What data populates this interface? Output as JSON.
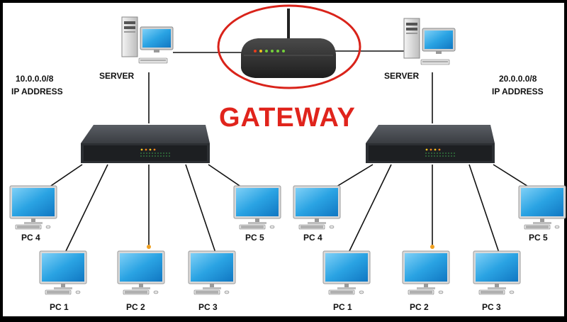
{
  "gateway": {
    "label": "GATEWAY",
    "ring_color": "#d9231a"
  },
  "networks": [
    {
      "id": "left",
      "server_label": "SERVER",
      "network": "10.0.0.0/8",
      "address_label": "IP ADDRESS",
      "pcs": [
        "PC 4",
        "PC 5",
        "PC 1",
        "PC 2",
        "PC 3"
      ]
    },
    {
      "id": "right",
      "server_label": "SERVER",
      "network": "20.0.0.0/8",
      "address_label": "IP ADDRESS",
      "pcs": [
        "PC 4",
        "PC 5",
        "PC 1",
        "PC 2",
        "PC 3"
      ]
    }
  ],
  "colors": {
    "screen": "#2aa3e3",
    "switch_body": "#3c3f44",
    "cable": "#111111"
  },
  "icons": [
    "server-tower-icon",
    "router-icon",
    "network-switch-icon",
    "pc-monitor-icon"
  ]
}
